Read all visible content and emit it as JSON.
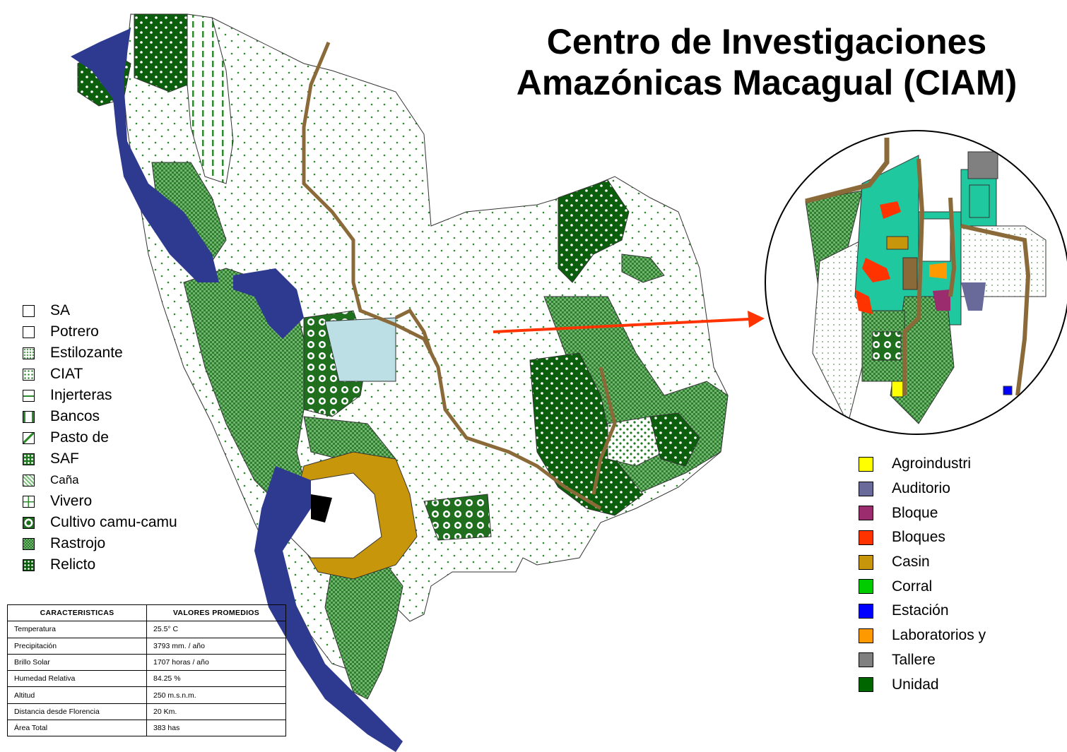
{
  "title": {
    "line1": "Centro de Investigaciones",
    "line2": "Amazónicas Macagual (CIAM)"
  },
  "legend_land_use": [
    {
      "label": "SA",
      "color": "#ffffff",
      "pattern": "dots-sparse"
    },
    {
      "label": "Potrero",
      "color": "#ffffff",
      "pattern": "plain"
    },
    {
      "label": "Estilozante",
      "color": "#ffffff",
      "pattern": "dots-light"
    },
    {
      "label": "CIAT",
      "color": "#ffffff",
      "pattern": "dots-green"
    },
    {
      "label": "Injerteras",
      "color": "#ffffff",
      "pattern": "dash-horizontal"
    },
    {
      "label": "Bancos",
      "color": "#ffffff",
      "pattern": "bars-vertical"
    },
    {
      "label": "Pasto de",
      "color": "#ffffff",
      "pattern": "diagonal"
    },
    {
      "label": "SAF",
      "color": "#2e8b2e",
      "pattern": "dots-dense"
    },
    {
      "label": "Caña",
      "color": "#7cc07c",
      "pattern": "hatch"
    },
    {
      "label": "Vivero",
      "color": "#ffffff",
      "pattern": "grid"
    },
    {
      "label": "Cultivo camu-camu",
      "color": "#1f6f1f",
      "pattern": "circles"
    },
    {
      "label": "Rastrojo",
      "color": "#5aa05a",
      "pattern": "checker"
    },
    {
      "label": "Relicto",
      "color": "#0b5e0b",
      "pattern": "forest"
    }
  ],
  "legend_facilities": [
    {
      "label": "Agroindustri",
      "color": "#ffff00"
    },
    {
      "label": "Auditorio",
      "color": "#6a6a9a"
    },
    {
      "label": "Bloque",
      "color": "#9b2d6f"
    },
    {
      "label": "Bloques",
      "color": "#ff3300"
    },
    {
      "label": "Casin",
      "color": "#c8960a"
    },
    {
      "label": "Corral",
      "color": "#00cc00"
    },
    {
      "label": "Estación",
      "color": "#0000ff"
    },
    {
      "label": "Laboratorios y",
      "color": "#ff9900"
    },
    {
      "label": "Tallere",
      "color": "#808080"
    },
    {
      "label": "Unidad",
      "color": "#006600"
    }
  ],
  "table": {
    "headers": [
      "CARACTERISTICAS",
      "VALORES PROMEDIOS"
    ],
    "rows": [
      [
        "Temperatura",
        "25.5° C"
      ],
      [
        "Precipitación",
        "3793 mm. / año"
      ],
      [
        "Brillo Solar",
        "1707 horas / año"
      ],
      [
        "Humedad Relativa",
        "84.25 %"
      ],
      [
        "Altitud",
        "250 m.s.n.m."
      ],
      [
        "Distancia desde Florencia",
        "20 Km."
      ],
      [
        "Área Total",
        "383 has"
      ]
    ]
  }
}
